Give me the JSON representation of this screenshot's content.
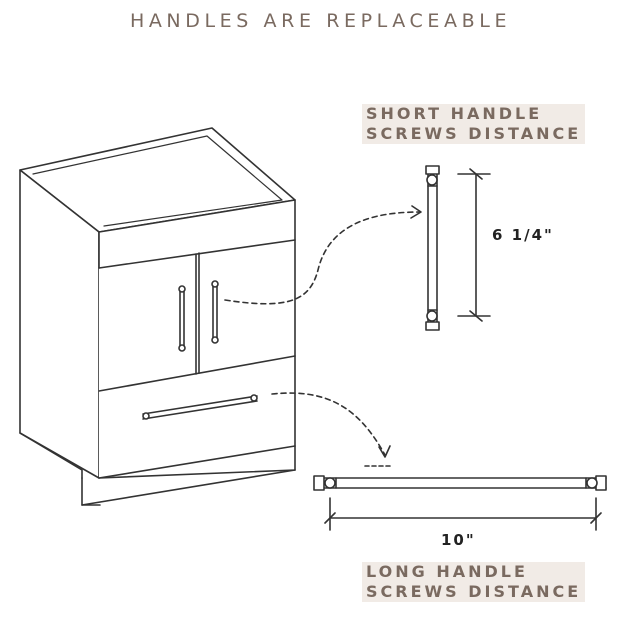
{
  "title": "HANDLES ARE REPLACEABLE",
  "short_handle": {
    "label_line1": "SHORT HANDLE",
    "label_line2": "SCREWS DISTANCE",
    "dimension": "6 1/4\""
  },
  "long_handle": {
    "label_line1": "LONG HANDLE",
    "label_line2": "SCREWS DISTANCE",
    "dimension": "10\""
  },
  "colors": {
    "accent_text": "#7a6a60",
    "label_background": "#f1ebe6",
    "line_art": "#333333"
  }
}
